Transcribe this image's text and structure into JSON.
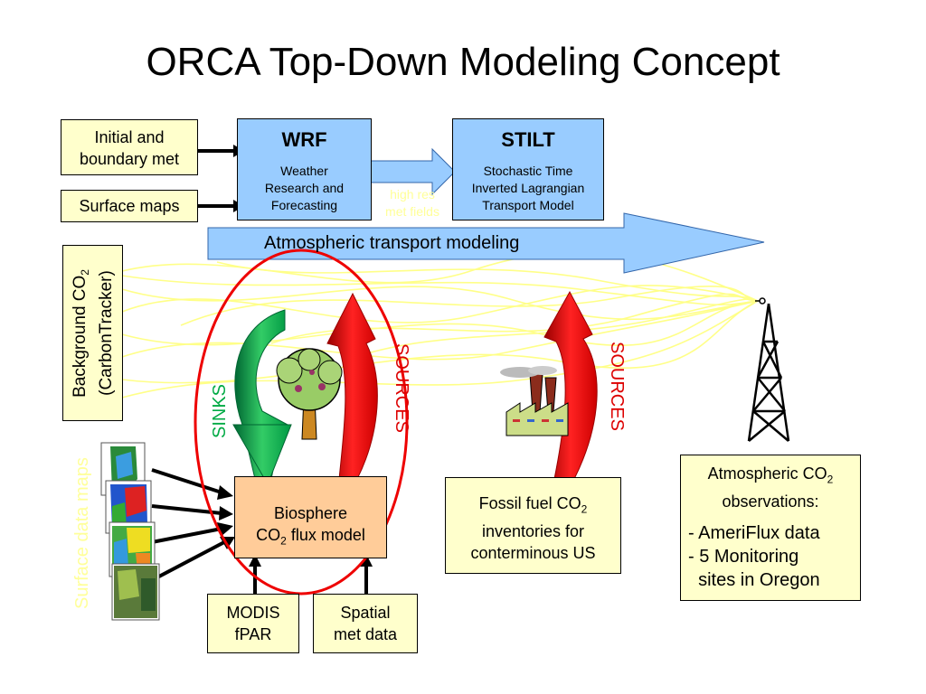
{
  "title": "ORCA Top-Down Modeling Concept",
  "inputs": {
    "initial_met": [
      "Initial and",
      "boundary met"
    ],
    "surface_maps": "Surface maps"
  },
  "wrf": {
    "name": "WRF",
    "desc": [
      "Weather",
      "Research and",
      "Forecasting"
    ]
  },
  "stilt": {
    "name": "STILT",
    "desc": [
      "Stochastic Time",
      "Inverted Lagrangian",
      "Transport Model"
    ]
  },
  "high_res": [
    "high res",
    "met fields"
  ],
  "transport_arrow": "Atmospheric transport modeling",
  "background": {
    "line1": "Background CO",
    "sub": "2",
    "line2": "(CarbonTracker)"
  },
  "surface_data_maps": "Surface data maps",
  "sinks": "SINKS",
  "sources": "SOURCES",
  "sources2": "SOURCES",
  "biosphere": {
    "line1": "Biosphere",
    "line2a": "CO",
    "sub": "2",
    "line2b": " flux model"
  },
  "fossil": {
    "line1a": "Fossil fuel CO",
    "sub": "2",
    "line2": "inventories for",
    "line3": "conterminous US"
  },
  "observations": {
    "line1a": "Atmospheric CO",
    "sub": "2",
    "line2": "observations:",
    "items": [
      "- AmeriFlux data",
      "- 5 Monitoring",
      "  sites in Oregon"
    ]
  },
  "modis": [
    "MODIS",
    "fPAR"
  ],
  "spatial": [
    "Spatial",
    "met data"
  ],
  "colors": {
    "box_yellow": "#ffffcc",
    "box_blue": "#99ccff",
    "box_peach": "#ffcc99",
    "sink_green": "#00aa44",
    "source_red": "#dd0000",
    "ellipse_red": "#ee0000",
    "trajectory_yellow": "#ffff66"
  }
}
